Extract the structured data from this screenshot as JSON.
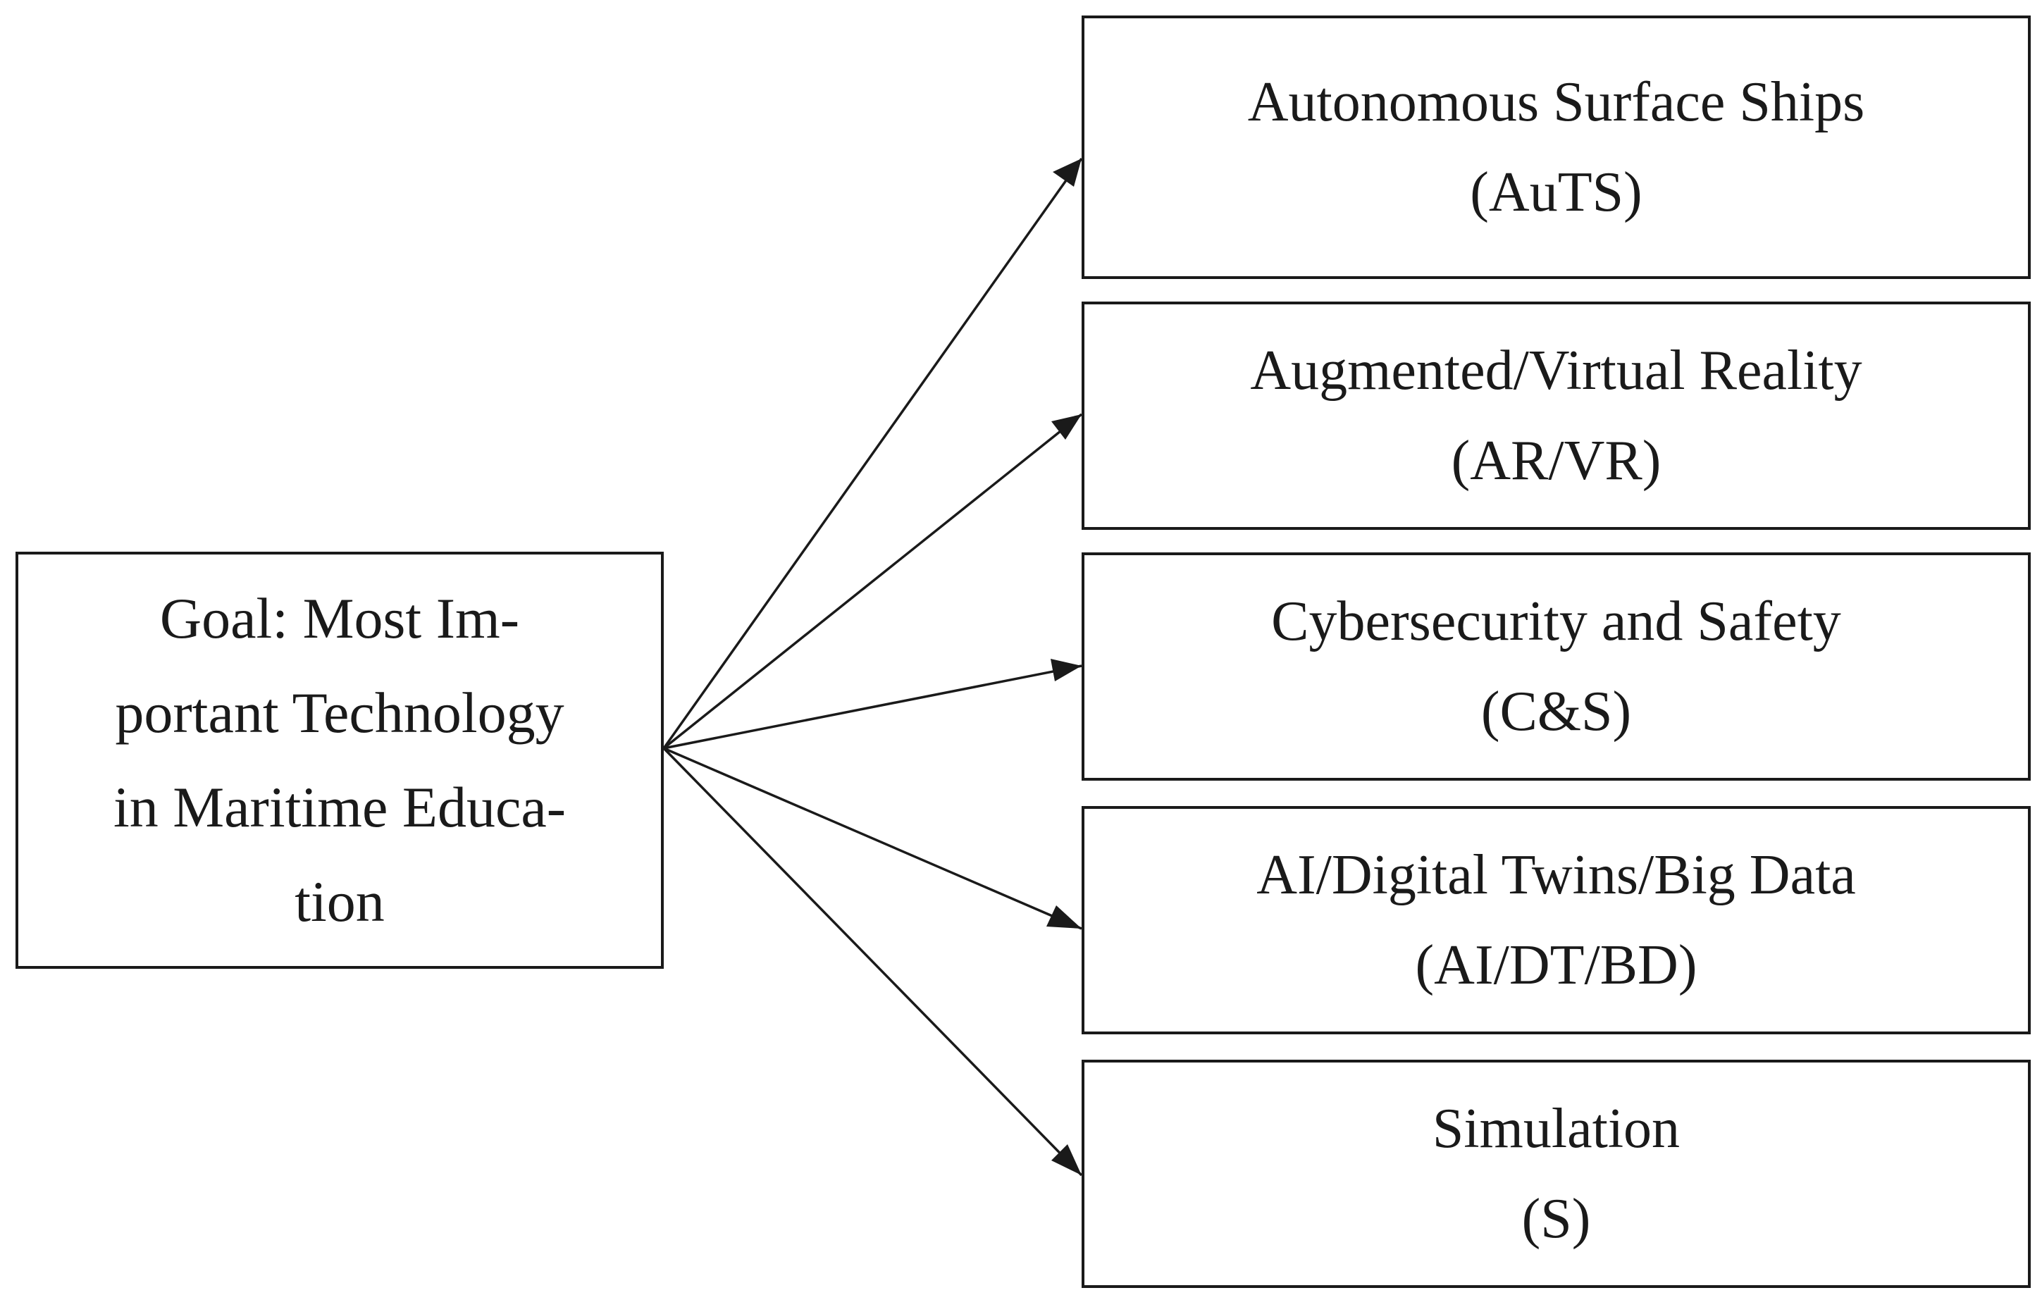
{
  "goal": {
    "lines": [
      "Goal: Most Im-",
      "portant Technology",
      "in Maritime Educa-",
      "tion"
    ]
  },
  "technologies": [
    {
      "name": "Autonomous Surface Ships",
      "abbr": "(AuTS)"
    },
    {
      "name": "Augmented/Virtual Reality",
      "abbr": "(AR/VR)"
    },
    {
      "name": "Cybersecurity and Safety",
      "abbr": "(C&S)"
    },
    {
      "name": "AI/Digital Twins/Big Data",
      "abbr": "(AI/DT/BD)"
    },
    {
      "name": "Simulation",
      "abbr": "(S)"
    }
  ],
  "colors": {
    "line": "#1a1a1a",
    "background": "#ffffff"
  }
}
